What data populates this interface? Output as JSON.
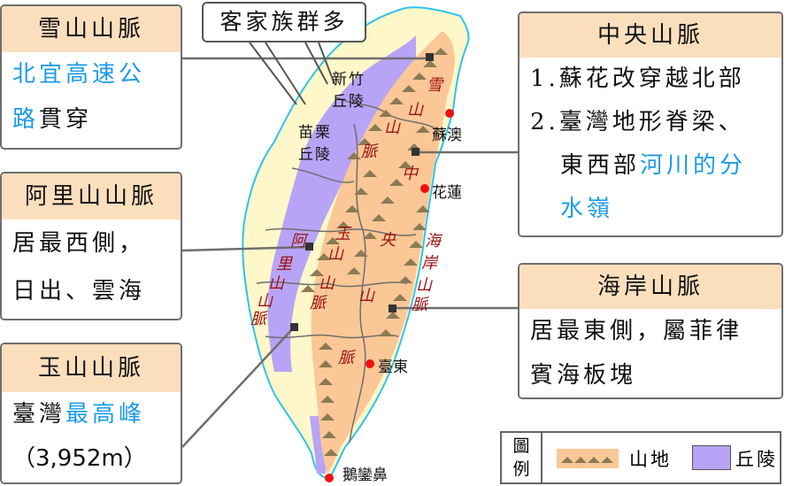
{
  "callout": {
    "text": "客家族群多"
  },
  "boxes": {
    "xueshan": {
      "title": "雪山山脈",
      "line1_blue": "北宜高速公",
      "line2_blue": "路",
      "line2_black": "貫穿"
    },
    "alishan": {
      "title": "阿里山山脈",
      "line1": "居最西側，",
      "line2": "日出、雲海"
    },
    "yushan": {
      "title": "玉山山脈",
      "line1_black": "臺灣",
      "line1_blue": "最高峰",
      "line2": "（3,952m）"
    },
    "central": {
      "title": "中央山脈",
      "item1": "1.蘇花改穿越北部",
      "item2_black": "2.臺灣地形脊梁、",
      "item3_black": "東西部",
      "item3_blue": "河川的分",
      "item4_blue": "水嶺"
    },
    "coastal": {
      "title": "海岸山脈",
      "line1": "居最東側，屬菲律",
      "line2": "賓海板塊"
    }
  },
  "map": {
    "hills": [
      {
        "name": "新竹丘陵",
        "l1": "新竹",
        "l2": "丘陵"
      },
      {
        "name": "苗栗丘陵",
        "l1": "苗栗",
        "l2": "丘陵"
      }
    ],
    "ranges": {
      "xueshan": [
        "雪",
        "山",
        "山",
        "脈"
      ],
      "central": [
        "中",
        "央",
        "山",
        "脈"
      ],
      "yushan": [
        "玉",
        "山",
        "山",
        "脈"
      ],
      "alishan": [
        "阿",
        "里",
        "山",
        "山",
        "脈"
      ],
      "coastal": [
        "海",
        "岸",
        "山",
        "脈"
      ]
    },
    "cities": [
      {
        "name": "蘇澳"
      },
      {
        "name": "花蓮"
      },
      {
        "name": "臺東"
      },
      {
        "name": "鵝鑾鼻"
      }
    ]
  },
  "legend": {
    "title_l1": "圖",
    "title_l2": "例",
    "mountain": "山地",
    "hill": "丘陵"
  },
  "colors": {
    "mountain": "#fbc796",
    "hill": "#b8a4f6",
    "plain": "#fdf7c9",
    "coast": "#2ec3ee",
    "range_label": "#9b1212",
    "city": "#ee1111",
    "accent_text": "#1a9be8",
    "box_header": "#fbdfbd"
  }
}
